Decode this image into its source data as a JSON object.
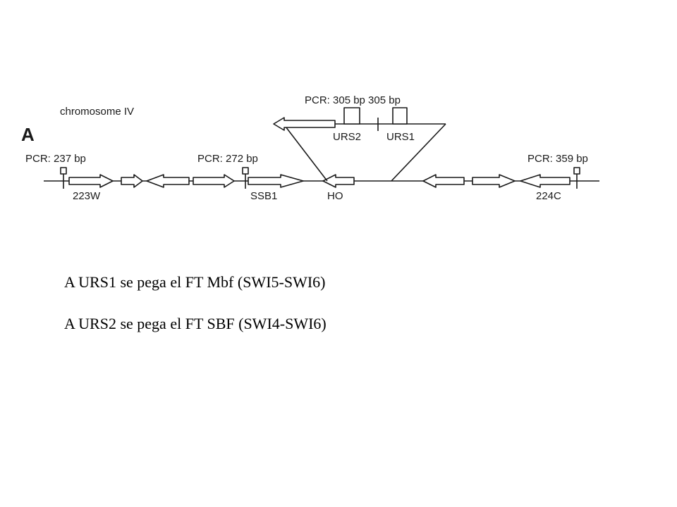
{
  "diagram": {
    "chromosome_label": "chromosome IV",
    "panel_letter": "A",
    "pcr_labels": {
      "left": "PCR: 237 bp",
      "mid": "PCR: 272 bp",
      "right": "PCR: 359 bp",
      "inset": "PCR: 305 bp 305 bp"
    },
    "genes": {
      "g223w": "223W",
      "ssb1": "SSB1",
      "ho": "HO",
      "g224c": "224C"
    },
    "urs": {
      "urs2": "URS2",
      "urs1": "URS1"
    }
  },
  "captions": [
    "A URS1 se pega el FT  Mbf (SWI5-SWI6)",
    "A URS2 se pega el FT  SBF (SWI4-SWI6)"
  ]
}
